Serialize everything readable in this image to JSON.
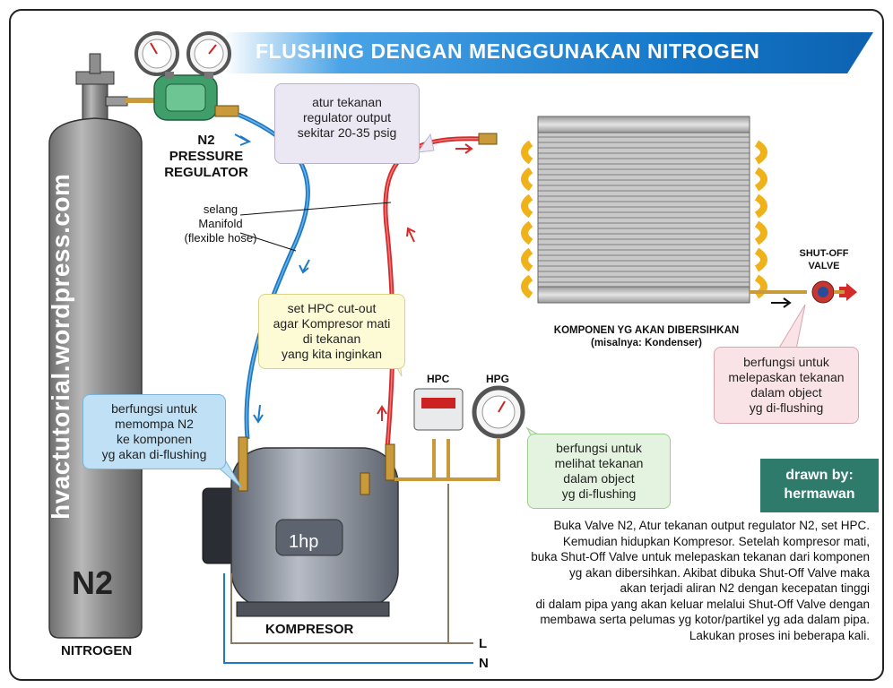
{
  "title": "FLUSHING DENGAN MENGGUNAKAN NITROGEN",
  "cylinder": {
    "vertical_text": "hvactutorial.wordpress.com",
    "big_label": "N2",
    "caption": "NITROGEN"
  },
  "labels": {
    "regulator": [
      "N2",
      "PRESSURE",
      "REGULATOR"
    ],
    "hose": [
      "selang",
      "Manifold",
      "(flexible hose)"
    ],
    "compressor": "KOMPRESOR",
    "hp_badge": "1hp",
    "hpc": "HPC",
    "hpg": "HPG",
    "shutoff": [
      "SHUT-OFF",
      "VALVE"
    ],
    "condenser": [
      "KOMPONEN YG AKAN DIBERSIHKAN",
      "(misalnya: Kondenser)"
    ],
    "line_l": "L",
    "line_n": "N"
  },
  "notes": {
    "regulator_note": [
      "atur tekanan",
      "regulator output",
      "sekitar 20-35 psig"
    ],
    "hpc_note": [
      "set HPC cut-out",
      "agar Kompresor mati",
      "di tekanan",
      "yang kita inginkan"
    ],
    "compressor_note": [
      "berfungsi untuk",
      "memompa N2",
      "ke komponen",
      "yg akan di-flushing"
    ],
    "hpg_note": [
      "berfungsi untuk",
      "melihat tekanan",
      "dalam object",
      "yg di-flushing"
    ],
    "shutoff_note": [
      "berfungsi untuk",
      "melepaskan tekanan",
      "dalam object",
      "yg di-flushing"
    ]
  },
  "credit": [
    "drawn by:",
    "hermawan"
  ],
  "paragraph": [
    "Buka Valve N2, Atur tekanan output regulator N2, set HPC.",
    "Kemudian hidupkan Kompresor. Setelah kompresor mati,",
    "buka Shut-Off Valve untuk melepaskan tekanan dari komponen",
    "yg akan dibersihkan. Akibat dibuka Shut-Off Valve maka",
    "akan terjadi aliran N2 dengan kecepatan tinggi",
    "di dalam pipa yang akan keluar melalui Shut-Off Valve dengan",
    "membawa serta pelumas yg kotor/partikel yg ada dalam pipa.",
    "Lakukan proses ini beberapa kali."
  ],
  "colors": {
    "banner": "#1477c9",
    "hose_blue": "#1f7ac4",
    "hose_red": "#d42a2a",
    "copper": "#d79a2a",
    "coil": "#f0b21a",
    "cylinder": "#8e8e8e",
    "credit_bg": "#2e7b6c"
  }
}
